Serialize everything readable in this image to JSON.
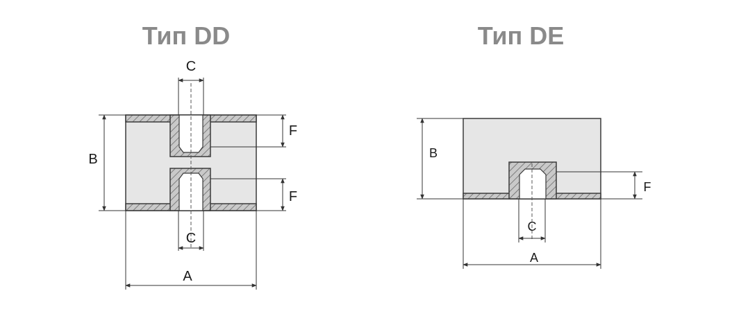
{
  "left": {
    "title": "Тип DD",
    "labels": {
      "a": "A",
      "b": "B",
      "c_top": "C",
      "c_bottom": "C",
      "f_top": "F",
      "f_bottom": "F"
    }
  },
  "right": {
    "title": "Тип DE",
    "labels": {
      "a": "A",
      "b": "B",
      "c": "C",
      "f": "F"
    }
  },
  "colors": {
    "title": "#8a8a8a",
    "body": "#e6e6e6",
    "line": "#3a3a3a"
  }
}
